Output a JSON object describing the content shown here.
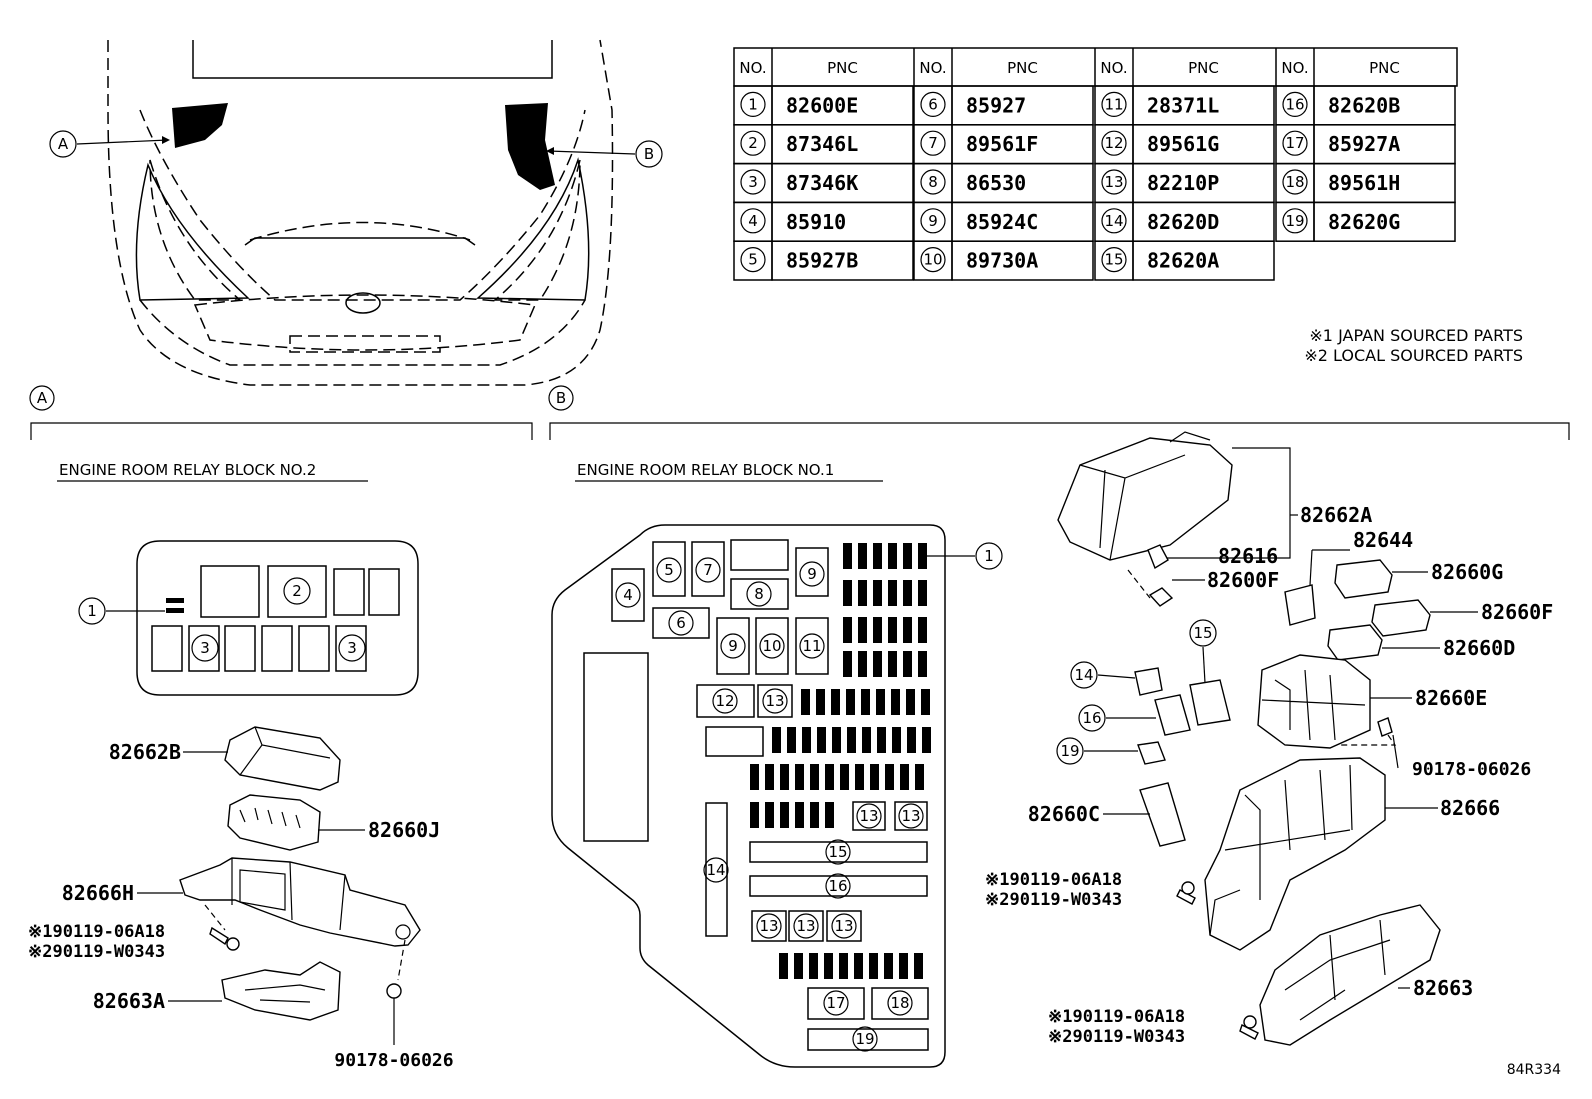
{
  "table": {
    "headers": [
      "NO.",
      "PNC"
    ],
    "rows": [
      [
        {
          "no": "1",
          "pnc": "82600E"
        },
        {
          "no": "6",
          "pnc": "85927"
        },
        {
          "no": "11",
          "pnc": "28371L"
        },
        {
          "no": "16",
          "pnc": "82620B"
        }
      ],
      [
        {
          "no": "2",
          "pnc": "87346L"
        },
        {
          "no": "7",
          "pnc": "89561F"
        },
        {
          "no": "12",
          "pnc": "89561G"
        },
        {
          "no": "17",
          "pnc": "85927A"
        }
      ],
      [
        {
          "no": "3",
          "pnc": "87346K"
        },
        {
          "no": "8",
          "pnc": "86530"
        },
        {
          "no": "13",
          "pnc": "82210P"
        },
        {
          "no": "18",
          "pnc": "89561H"
        }
      ],
      [
        {
          "no": "4",
          "pnc": "85910"
        },
        {
          "no": "9",
          "pnc": "85924C"
        },
        {
          "no": "14",
          "pnc": "82620D"
        },
        {
          "no": "19",
          "pnc": "82620G"
        }
      ],
      [
        {
          "no": "5",
          "pnc": "85927B"
        },
        {
          "no": "10",
          "pnc": "89730A"
        },
        {
          "no": "15",
          "pnc": "82620A"
        }
      ]
    ]
  },
  "notes": [
    "※1 JAPAN SOURCED PARTS",
    "※2 LOCAL SOURCED PARTS"
  ],
  "markers": {
    "a": "A",
    "b": "B"
  },
  "sections": {
    "a_title": "ENGINE ROOM RELAY BLOCK NO.2",
    "b_title": "ENGINE ROOM RELAY BLOCK NO.1"
  },
  "block2_labels": {
    "c1": "1",
    "c2": "2",
    "c3a": "3",
    "c3b": "3"
  },
  "block1_labels": {
    "c1": "1",
    "c4": "4",
    "c5": "5",
    "c6": "6",
    "c7": "7",
    "c8": "8",
    "c9": "9",
    "c9b": "9",
    "c10": "10",
    "c11": "11",
    "c12": "12",
    "c13a": "13",
    "c13b": "13",
    "c13c": "13",
    "c13d": "13",
    "c13e": "13",
    "c13f": "13",
    "c14": "14",
    "c15": "15",
    "c16": "16",
    "c17": "17",
    "c18": "18",
    "c19": "19"
  },
  "parts_a": {
    "p82662B": "82662B",
    "p82660J": "82660J",
    "p82666H": "82666H",
    "bolt1": "※190119-06A18",
    "bolt2": "※290119-W0343",
    "p82663A": "82663A",
    "p90178": "90178-06026"
  },
  "parts_b": {
    "p82662A": "82662A",
    "p82644": "82644",
    "p82616": "82616",
    "p82600F": "82600F",
    "p82660G": "82660G",
    "p82660F": "82660F",
    "p82660D": "82660D",
    "p82660E": "82660E",
    "p90178": "90178-06026",
    "p82666": "82666",
    "p82660C": "82660C",
    "bolt1": "※190119-06A18",
    "bolt2": "※290119-W0343",
    "p82663": "82663",
    "bolt3": "※190119-06A18",
    "bolt4": "※290119-W0343",
    "c14": "14",
    "c15": "15",
    "c16": "16",
    "c19": "19"
  },
  "code": "84R334"
}
